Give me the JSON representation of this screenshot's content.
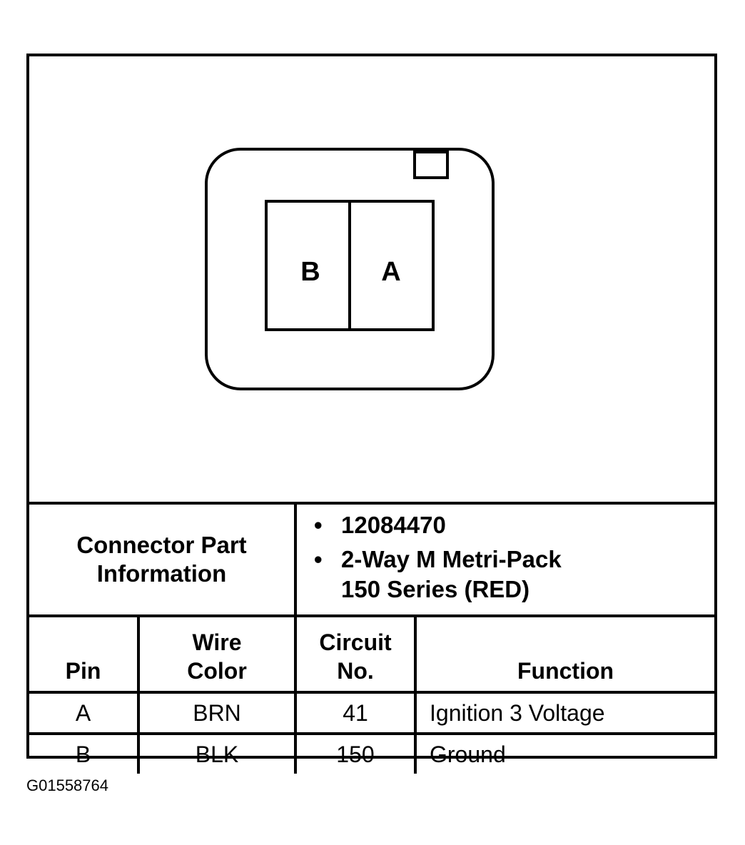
{
  "connector": {
    "pins": [
      "B",
      "A"
    ]
  },
  "part_info": {
    "label_line1": "Connector Part",
    "label_line2": "Information",
    "items": [
      {
        "line1": "12084470",
        "line2": ""
      },
      {
        "line1": "2-Way M Metri-Pack",
        "line2": "150 Series (RED)"
      }
    ]
  },
  "table": {
    "headers": [
      {
        "line1": "",
        "line2": "Pin"
      },
      {
        "line1": "Wire",
        "line2": "Color"
      },
      {
        "line1": "Circuit",
        "line2": "No."
      },
      {
        "line1": "",
        "line2": "Function"
      }
    ],
    "rows": [
      {
        "pin": "A",
        "wire_color": "BRN",
        "circuit": "41",
        "function": "Ignition 3 Voltage"
      },
      {
        "pin": "B",
        "wire_color": "BLK",
        "circuit": "150",
        "function": "Ground"
      }
    ]
  },
  "figure_id": "G01558764"
}
